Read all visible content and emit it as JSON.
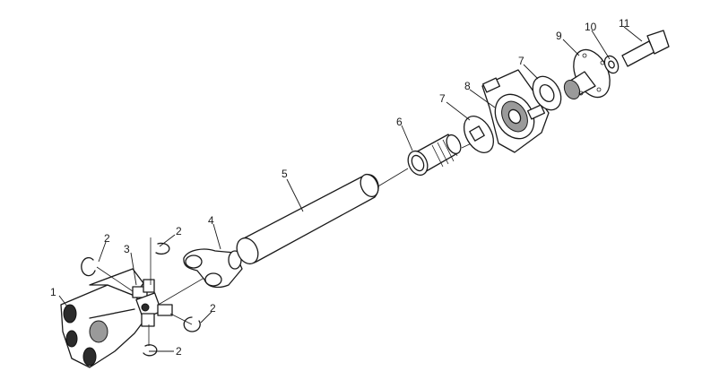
{
  "diagram": {
    "callouts": [
      {
        "id": "c1",
        "label": "1"
      },
      {
        "id": "c2a",
        "label": "2"
      },
      {
        "id": "c2b",
        "label": "2"
      },
      {
        "id": "c2c",
        "label": "2"
      },
      {
        "id": "c2d",
        "label": "2"
      },
      {
        "id": "c3",
        "label": "3"
      },
      {
        "id": "c4",
        "label": "4"
      },
      {
        "id": "c5",
        "label": "5"
      },
      {
        "id": "c6",
        "label": "6"
      },
      {
        "id": "c7a",
        "label": "7"
      },
      {
        "id": "c7b",
        "label": "7"
      },
      {
        "id": "c8",
        "label": "8"
      },
      {
        "id": "c9",
        "label": "9"
      },
      {
        "id": "c10",
        "label": "10"
      },
      {
        "id": "c11",
        "label": "11"
      }
    ],
    "colors": {
      "line": "#1a1a1a",
      "background": "#ffffff",
      "shade": "#9a9a9a"
    }
  }
}
